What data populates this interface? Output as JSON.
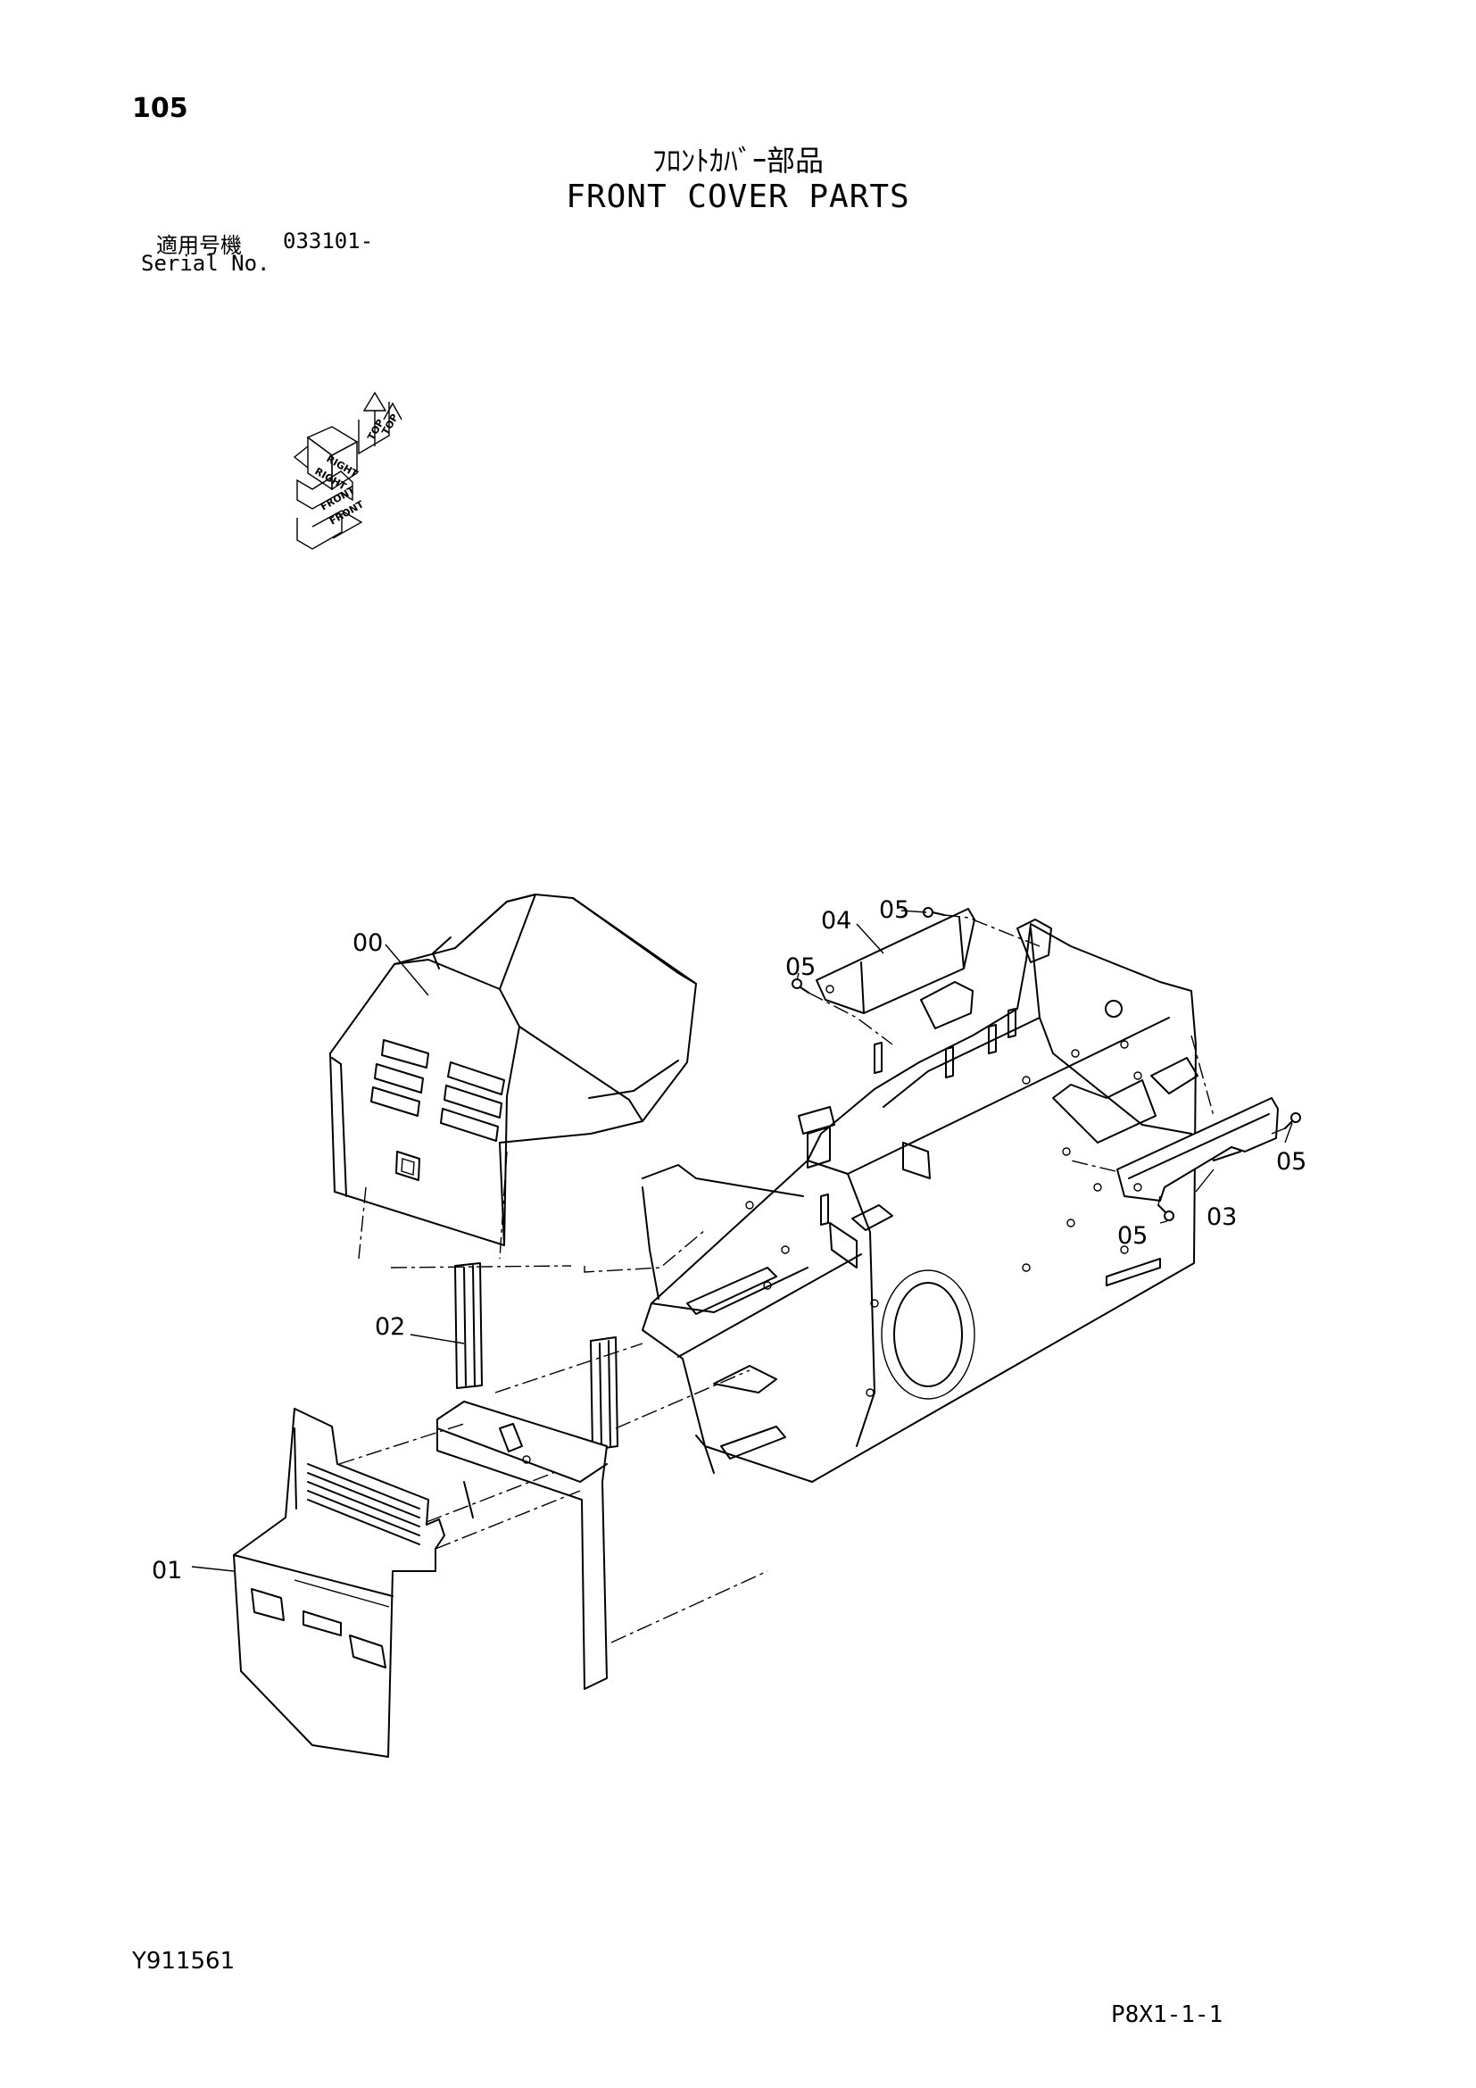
{
  "page": {
    "number": "105",
    "title_jp": "ﾌﾛﾝﾄｶﾊﾞｰ部品",
    "title_en": "FRONT COVER PARTS",
    "serial_label_jp": "適用号機",
    "serial_value": "033101-",
    "serial_label_en": "Serial No.",
    "drawing_id": "Y911561",
    "page_code": "P8X1-1-1"
  },
  "orientation_indicator": {
    "labels": [
      "TOP",
      "TOP",
      "RIGHT",
      "RIGHT",
      "FRONT",
      "FRONT"
    ]
  },
  "callouts": [
    "00",
    "04",
    "05",
    "05",
    "05",
    "05",
    "03",
    "02",
    "01"
  ]
}
